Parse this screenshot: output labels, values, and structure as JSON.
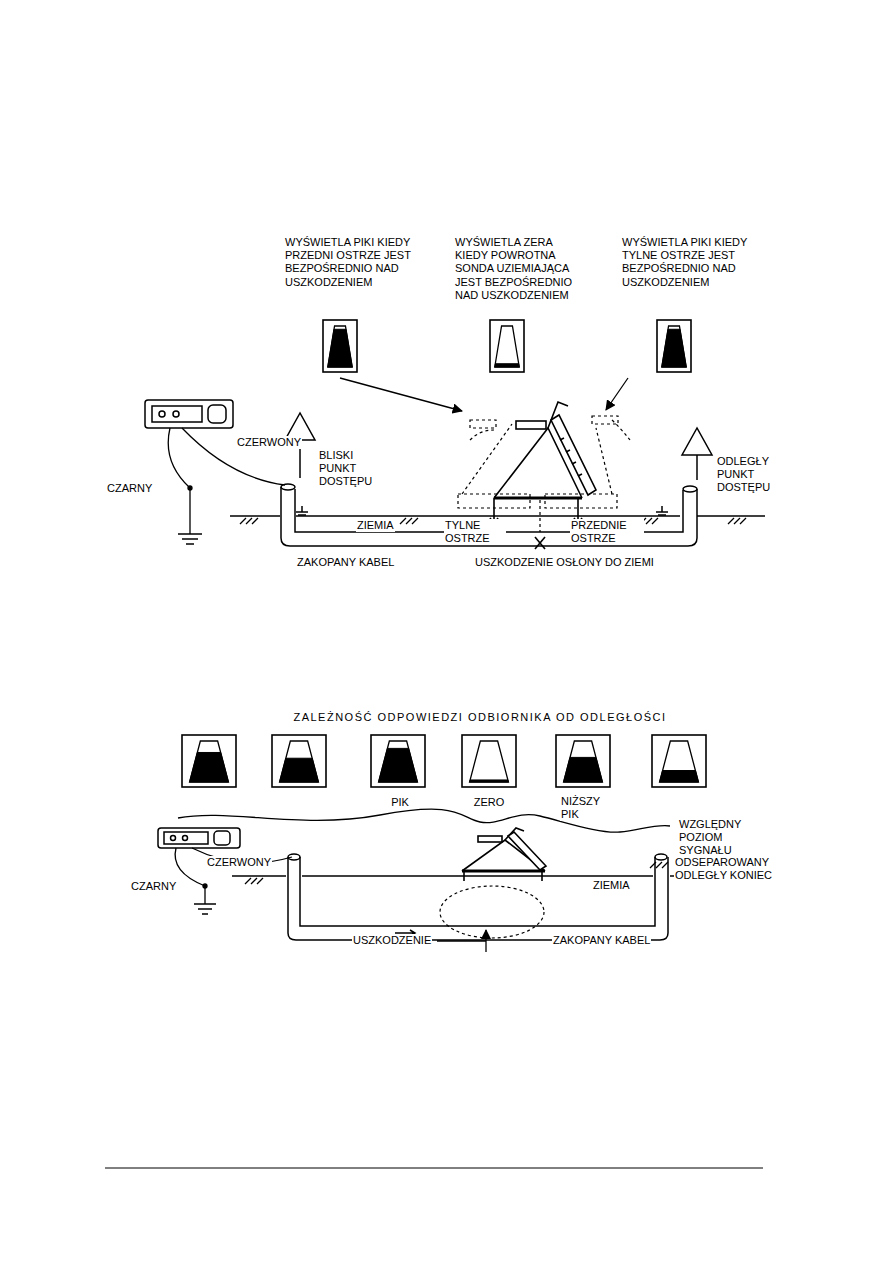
{
  "diagram": {
    "labels": [
      "WYŚWIETLA PIKI KIEDY PRZEDNI OSTRZE JEST BEZPOŚREDNIO NAD USZKODZENIEM",
      "WYŚWIETLA ZERA KIEDY POWROTNA SONDA UZIEMIAJĄCA JEST BEZPOŚREDNIO NAD USZKODZENIEM",
      "WYŚWIETLA PIKI KIEDY TYLNE OSTRZE JEST BEZPOŚREDNIO NAD USZKODZENIEM",
      "CZERWONY",
      "BLISKI PUNKT DOSTĘPU",
      "ODLEGŁY PUNKT DOSTĘPU",
      "CZARNY",
      "ZIEMIA",
      "TYLNE OSTRZE",
      "PRZEDNIE OSTRZE",
      "ZAKOPANY KABEL",
      "USZKODZENIE OSŁONY DO ZIEMI",
      "ZALEŻNOŚĆ ODPOWIEDZI ODBIORNIKA OD ODLEGŁOŚCI",
      "PIK",
      "ZERO",
      "NIŻSZY PIK",
      "WZGLĘDNY POZIOM SYGNAŁU",
      "ODSEPAROWANY ODLEGŁY KONIEC",
      "CZERWONY",
      "CZARNY",
      "ZIEMIA",
      "USZKODZENIE",
      "ZAKOPANY KABEL"
    ]
  }
}
